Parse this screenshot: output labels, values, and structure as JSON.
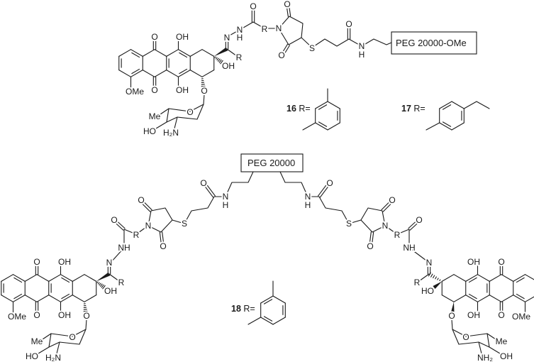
{
  "atoms": {
    "O": "O",
    "OH": "OH",
    "HO": "HO",
    "OMe": "OMe",
    "Me": "Me",
    "N": "N",
    "H": "H",
    "NH": "NH",
    "R": "R",
    "S": "S",
    "H2N": "H₂N",
    "NH2": "NH₂"
  },
  "peg_top": "PEG 20000-OMe",
  "peg_bottom": "PEG 20000",
  "compounds": [
    {
      "number": "16",
      "r_label": " R="
    },
    {
      "number": "17",
      "r_label": " R="
    },
    {
      "number": "18",
      "r_label": " R="
    }
  ]
}
